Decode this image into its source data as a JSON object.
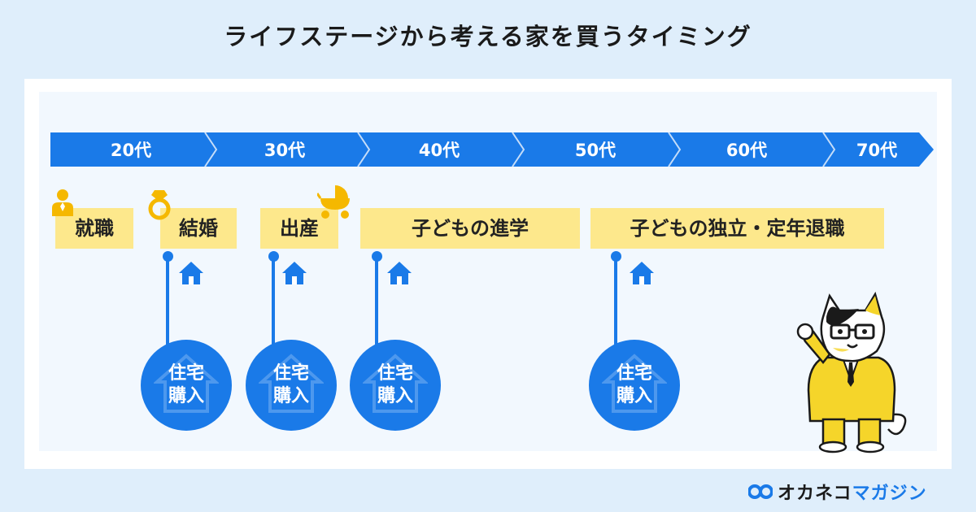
{
  "title": "ライフステージから考える家を買うタイミング",
  "ages": [
    "20代",
    "30代",
    "40代",
    "50代",
    "60代",
    "70代"
  ],
  "events": [
    {
      "label": "就職"
    },
    {
      "label": "結婚"
    },
    {
      "label": "出産"
    },
    {
      "label": "子どもの進学"
    },
    {
      "label": "子どもの独立・定年退職"
    }
  ],
  "purchase": {
    "line1": "住宅",
    "line2": "購入"
  },
  "brand": {
    "part1": "オカネコ",
    "part2": "マガジン"
  },
  "colors": {
    "accent": "#1a7ae8",
    "event_bg": "#fde88c",
    "page_bg": "#dfeefb",
    "icon_gold": "#f5b800"
  },
  "icons": [
    "person-icon",
    "ring-icon",
    "stroller-icon",
    "house-icon",
    "cat-mascot",
    "brand-logo-icon"
  ]
}
